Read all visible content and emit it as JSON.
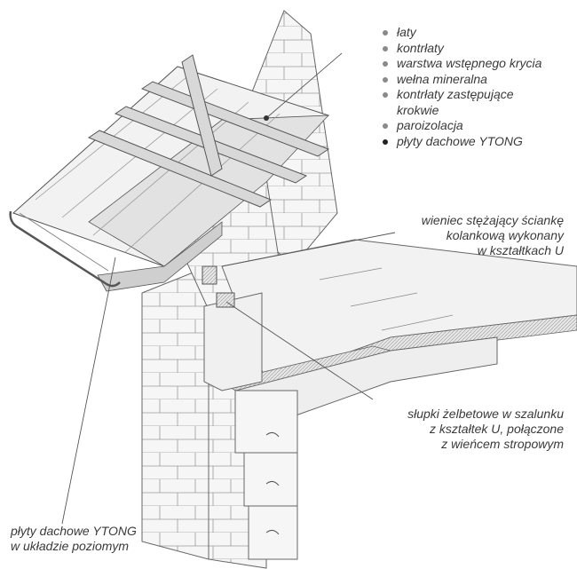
{
  "legend": {
    "items": [
      {
        "text": "łaty"
      },
      {
        "text": "kontrłaty"
      },
      {
        "text": "warstwa wstępnego krycia"
      },
      {
        "text": "wełna mineralna"
      },
      {
        "text": "kontrłaty zastępujące krokwie"
      },
      {
        "text": "paroizolacja"
      },
      {
        "text": "płyty dachowe YTONG"
      }
    ]
  },
  "callouts": {
    "ring_beam": {
      "line1": "wieniec stężający ściankę",
      "line2": "kolankową wykonany",
      "line3": "w kształtkach U"
    },
    "posts": {
      "line1": "słupki żelbetowe w szalunku",
      "line2": "z kształtek U, połączone",
      "line3": "z wieńcem stropowym"
    },
    "slabs": {
      "line1": "płyty dachowe YTONG",
      "line2": "w układzie poziomym"
    }
  },
  "colors": {
    "line": "#555555",
    "fill_light": "#f4f4f4",
    "fill_mid": "#dcdcdc",
    "fill_dark": "#bdbdbd",
    "text": "#3a3a3a"
  }
}
